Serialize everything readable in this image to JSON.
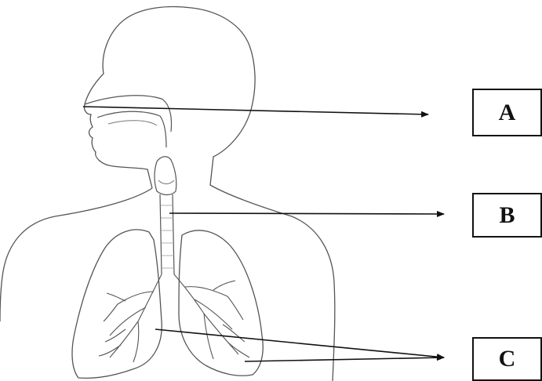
{
  "labels": {
    "a": "A",
    "b": "B",
    "c": "C"
  },
  "colors": {
    "outline": "#555555",
    "arrow": "#111111",
    "box_border": "#111111"
  }
}
